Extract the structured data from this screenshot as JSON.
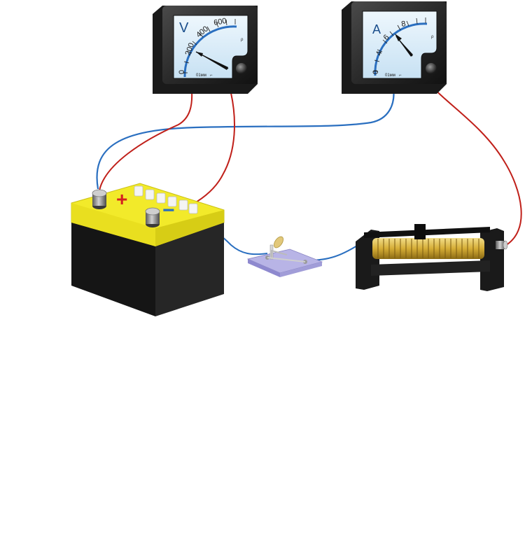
{
  "voltmeter": {
    "unit_symbol": "V",
    "scale_labels": [
      "0",
      "200",
      "400",
      "600"
    ],
    "maker_mark": "01мм",
    "reading": 220
  },
  "ammeter": {
    "unit_symbol": "A",
    "scale_labels": [
      "0",
      "4",
      "6",
      "8"
    ],
    "maker_mark": "01мм",
    "reading": 5.8
  },
  "battery": {
    "positive_sign": "+",
    "negative_sign": "−"
  },
  "colors": {
    "wire_red": "#c0201a",
    "wire_blue": "#2a6fc0",
    "battery_top": "#f2ea2a",
    "battery_body": "#151515",
    "meter_face": "#d8ecf8",
    "meter_case": "#2b2b2b",
    "coil": "#d9b440",
    "switch_base": "#b8b4e6"
  },
  "components": [
    "voltmeter",
    "ammeter",
    "battery",
    "knife-switch",
    "rheostat"
  ]
}
